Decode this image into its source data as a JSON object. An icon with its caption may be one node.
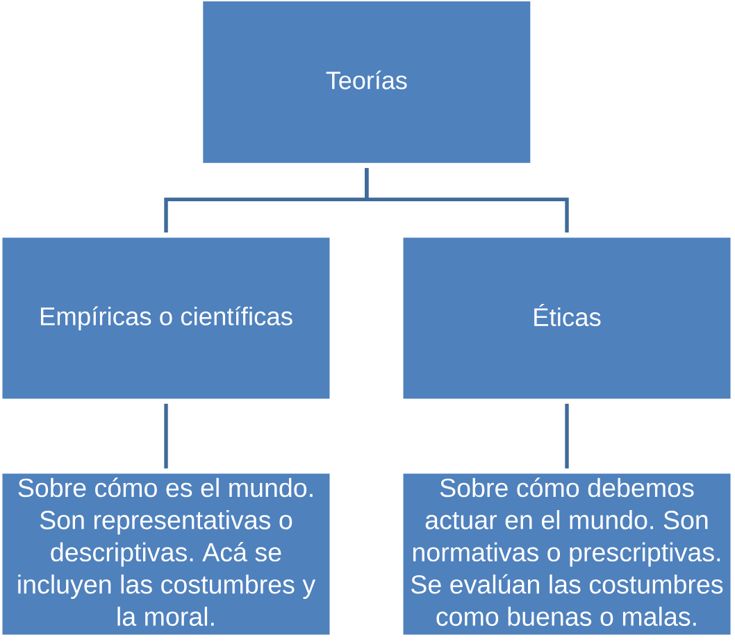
{
  "diagram": {
    "nodes": [
      {
        "text": [
          "Teorías"
        ]
      },
      {
        "text": [
          "Empíricas o científicas"
        ]
      },
      {
        "text": [
          "Éticas"
        ]
      },
      {
        "text": [
          "Sobre cómo es el mundo. Son representativas o descriptivas. Acá se incluyen las costumbres y la moral."
        ]
      },
      {
        "text": [
          "Sobre cómo debemos actuar en el mundo. Son normativas o prescriptivas. Se evalúan las costumbres como buenas o malas."
        ]
      }
    ],
    "edges": [
      {
        "from": 0,
        "to": 1,
        "arrow": "none"
      },
      {
        "from": 0,
        "to": 2,
        "arrow": "none"
      },
      {
        "from": 1,
        "to": 3,
        "arrow": "none"
      },
      {
        "from": 2,
        "to": 4,
        "arrow": "none"
      }
    ]
  }
}
